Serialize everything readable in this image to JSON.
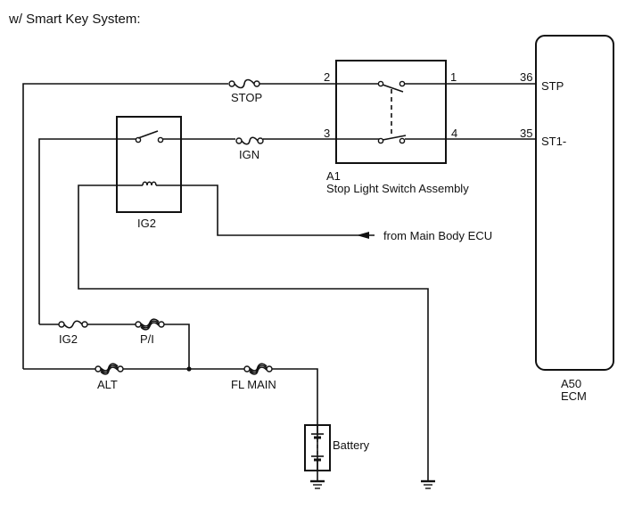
{
  "title": "w/ Smart Key System:",
  "components": {
    "stop_light_switch": {
      "id": "A1",
      "name": "Stop Light Switch Assembly",
      "pins": {
        "p2": "2",
        "p1": "1",
        "p3": "3",
        "p4": "4"
      }
    },
    "ecm": {
      "id": "A50",
      "name": "ECM",
      "pins": [
        {
          "num": "36",
          "name": "STP"
        },
        {
          "num": "35",
          "name": "ST1-"
        }
      ]
    },
    "relay": {
      "name": "IG2"
    },
    "battery": {
      "name": "Battery"
    }
  },
  "fuses": {
    "stop": "STOP",
    "ign": "IGN",
    "ig2": "IG2",
    "pi": "P/I",
    "alt": "ALT",
    "fl_main": "FL MAIN"
  },
  "signals": {
    "main_body_ecu": "from Main Body ECU"
  }
}
